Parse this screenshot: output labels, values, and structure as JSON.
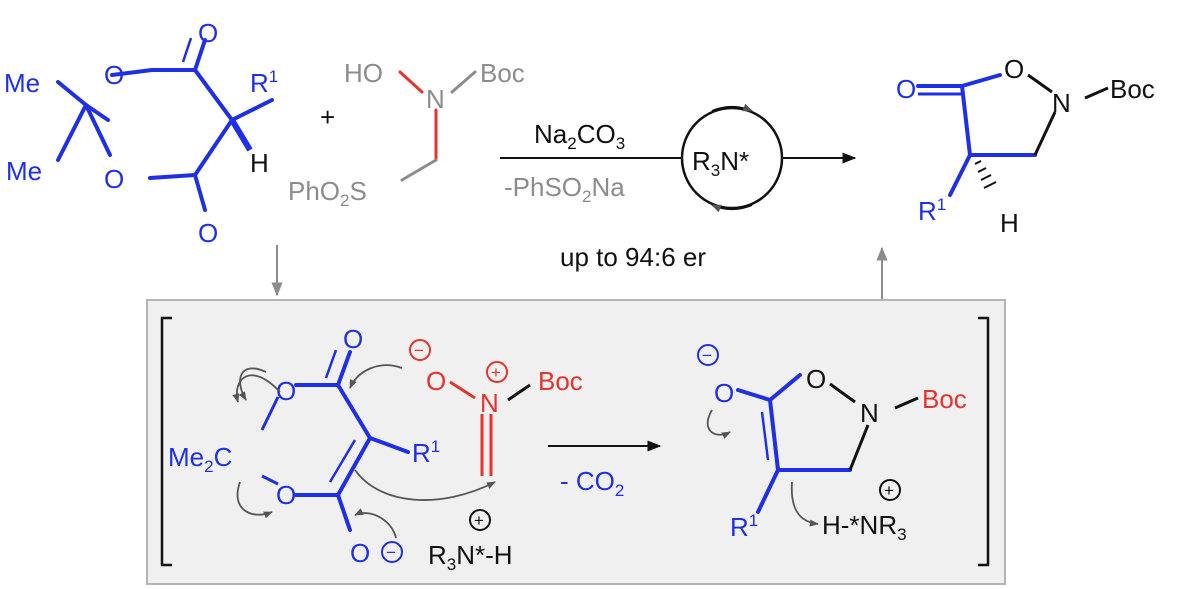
{
  "scheme": {
    "reactant_1": {
      "me_top": "Me",
      "me_bottom": "Me",
      "ring_o_top": "O",
      "ring_o_bottom": "O",
      "carbonyl_o_top": "O",
      "carbonyl_o_bottom": "O",
      "substituent": "R",
      "substituent_sup": "1",
      "hydrogen": "H"
    },
    "plus": "+",
    "reactant_2": {
      "hydroxyl": "HO",
      "nitrogen": "N",
      "protecting_group": "Boc",
      "sulfonyl_base": "PhO",
      "sulfonyl_sub": "2",
      "sulfonyl_tail": "S"
    },
    "conditions": {
      "reagent_base": "Na",
      "reagent_sub1": "2",
      "reagent_mid": "CO",
      "reagent_sub2": "3",
      "byproduct_base": "-PhSO",
      "byproduct_sub": "2",
      "byproduct_tail": "Na",
      "catalyst_base": "R",
      "catalyst_sub": "3",
      "catalyst_tail": "N*",
      "selectivity": "up to 94:6 er"
    },
    "product": {
      "carbonyl_o": "O",
      "ring_o": "O",
      "nitrogen": "N",
      "protecting_group": "Boc",
      "substituent": "R",
      "substituent_sup": "1",
      "hydrogen": "H"
    },
    "mechanism": {
      "ring_o_top": "O",
      "ring_o_bottom": "O",
      "carbonyl_o": "O",
      "gem_dimethyl_base": "Me",
      "gem_dimethyl_sub": "2",
      "gem_dimethyl_tail": "C",
      "substituent": "R",
      "substituent_sup": "1",
      "enolate_o": "O",
      "minus": "−",
      "nitrone_o": "O",
      "nitrone_n": "N",
      "nitrone_boc": "Boc",
      "plus_charge": "+",
      "ammonium_base": "R",
      "ammonium_sub": "3",
      "ammonium_tail": "N*-H",
      "step_label_base": "- CO",
      "step_label_sub": "2",
      "intermediate_o_minus": "O",
      "intermediate_ring_o": "O",
      "intermediate_n": "N",
      "intermediate_boc": "Boc",
      "intermediate_substituent": "R",
      "intermediate_substituent_sup": "1",
      "proton_source_base": "H-*NR",
      "proton_source_sub": "3"
    }
  },
  "colors": {
    "blue": "#1f2fe6",
    "red": "#e8322b",
    "gray": "#8c8c8c",
    "black": "#111111",
    "box_fill": "#f0f0f0",
    "box_border": "#b4b4b4"
  }
}
